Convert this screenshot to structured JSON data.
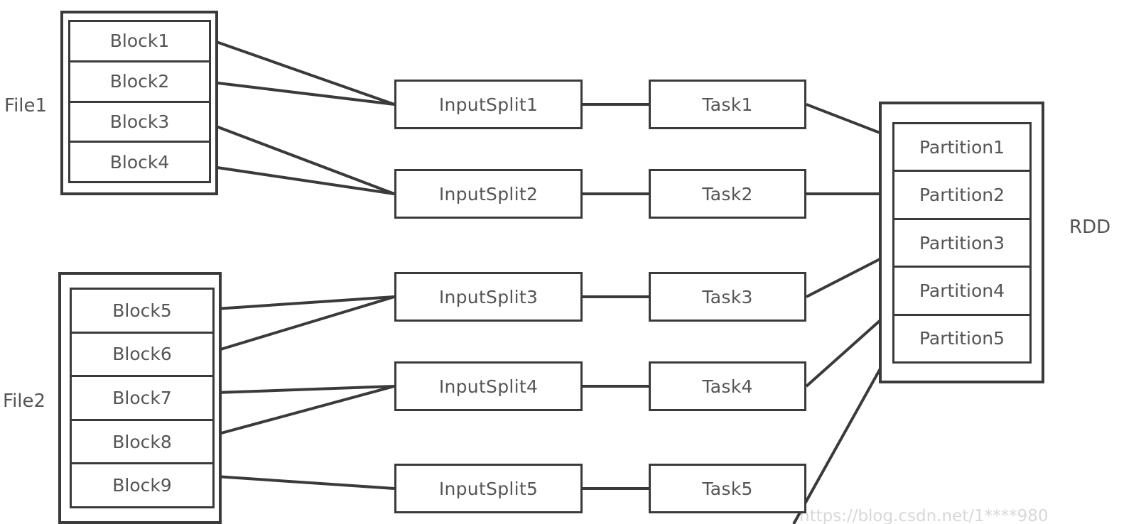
{
  "diagram": {
    "title": "Spark InputSplit to RDD Partition mapping",
    "stroke_color": "#3a3a3a",
    "text_color": "#555555",
    "background": "#ffffff"
  },
  "files": [
    {
      "label": "File1",
      "blocks": [
        {
          "label": "Block1"
        },
        {
          "label": "Block2"
        },
        {
          "label": "Block3"
        },
        {
          "label": "Block4"
        }
      ]
    },
    {
      "label": "File2",
      "blocks": [
        {
          "label": "Block5"
        },
        {
          "label": "Block6"
        },
        {
          "label": "Block7"
        },
        {
          "label": "Block8"
        },
        {
          "label": "Block9"
        }
      ]
    }
  ],
  "input_splits": [
    {
      "label": "InputSplit1"
    },
    {
      "label": "InputSplit2"
    },
    {
      "label": "InputSplit3"
    },
    {
      "label": "InputSplit4"
    },
    {
      "label": "InputSplit5"
    }
  ],
  "tasks": [
    {
      "label": "Task1"
    },
    {
      "label": "Task2"
    },
    {
      "label": "Task3"
    },
    {
      "label": "Task4"
    },
    {
      "label": "Task5"
    }
  ],
  "rdd": {
    "label": "RDD",
    "partitions": [
      {
        "label": "Partition1"
      },
      {
        "label": "Partition2"
      },
      {
        "label": "Partition3"
      },
      {
        "label": "Partition4"
      },
      {
        "label": "Partition5"
      }
    ]
  },
  "watermark": {
    "text": "https://blog.csdn.net/1****980"
  },
  "connections": {
    "block_to_split": [
      {
        "from": "Block1",
        "to": "InputSplit1"
      },
      {
        "from": "Block2",
        "to": "InputSplit1"
      },
      {
        "from": "Block3",
        "to": "InputSplit2"
      },
      {
        "from": "Block4",
        "to": "InputSplit2"
      },
      {
        "from": "Block5",
        "to": "InputSplit3"
      },
      {
        "from": "Block6",
        "to": "InputSplit3"
      },
      {
        "from": "Block7",
        "to": "InputSplit4"
      },
      {
        "from": "Block8",
        "to": "InputSplit4"
      },
      {
        "from": "Block9",
        "to": "InputSplit5"
      }
    ],
    "split_to_task": [
      {
        "from": "InputSplit1",
        "to": "Task1"
      },
      {
        "from": "InputSplit2",
        "to": "Task2"
      },
      {
        "from": "InputSplit3",
        "to": "Task3"
      },
      {
        "from": "InputSplit4",
        "to": "Task4"
      },
      {
        "from": "InputSplit5",
        "to": "Task5"
      }
    ],
    "task_to_partition": [
      {
        "from": "Task1",
        "to": "Partition1"
      },
      {
        "from": "Task2",
        "to": "Partition2"
      },
      {
        "from": "Task3",
        "to": "Partition3"
      },
      {
        "from": "Task4",
        "to": "Partition4"
      },
      {
        "from": "Task5",
        "to": "Partition5"
      }
    ]
  }
}
